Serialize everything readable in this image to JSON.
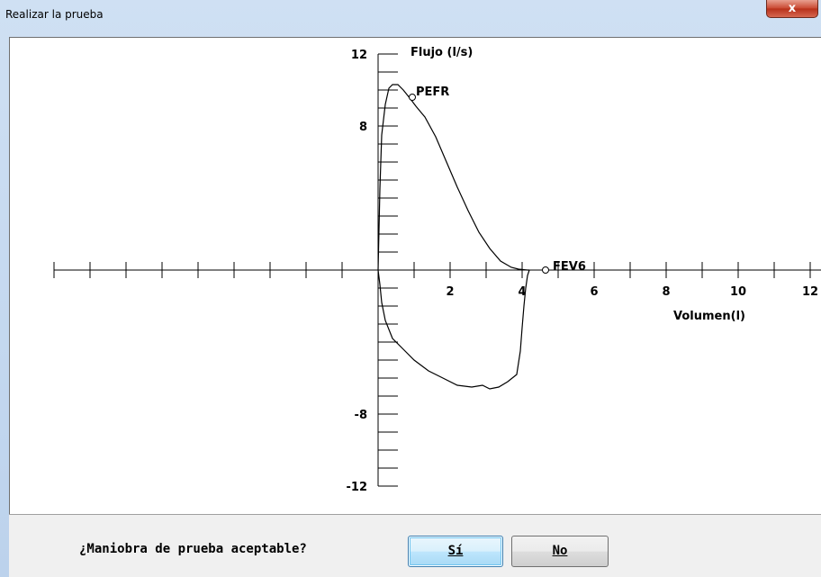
{
  "window": {
    "title": "Realizar la prueba",
    "close_glyph": "x"
  },
  "chart_data": {
    "type": "line",
    "ylabel": "Flujo (l/s)",
    "xlabel": "Volumen(l)",
    "xlim": [
      -9,
      12
    ],
    "ylim": [
      -12,
      12
    ],
    "x_tick_labels": [
      "2",
      "4",
      "6",
      "8",
      "10",
      "12"
    ],
    "y_tick_labels": [
      "12",
      "8",
      "-8",
      "-12"
    ],
    "grid": false,
    "annotations": [
      {
        "text": "PEFR",
        "x": 0.9,
        "y": 9.8
      },
      {
        "text": "FEV6",
        "x": 4.7,
        "y": 0.1
      }
    ],
    "series": [
      {
        "x": [
          0,
          0.05,
          0.1,
          0.2,
          0.3,
          0.4,
          0.55,
          0.7,
          0.9,
          1.05,
          1.3,
          1.6,
          1.9,
          2.2,
          2.5,
          2.8,
          3.1,
          3.4,
          3.7,
          3.9,
          4.05,
          4.15,
          4.2
        ],
        "y": [
          0,
          4.5,
          7.5,
          9.2,
          10.1,
          10.3,
          10.3,
          10.0,
          9.5,
          9.1,
          8.5,
          7.4,
          6.0,
          4.6,
          3.3,
          2.1,
          1.2,
          0.5,
          0.15,
          0.05,
          0.02,
          0.0,
          0.0
        ]
      },
      {
        "x": [
          0,
          0.05,
          0.1,
          0.2,
          0.4,
          0.7,
          1.0,
          1.4,
          1.8,
          2.2,
          2.6,
          2.9,
          3.1,
          3.35,
          3.6,
          3.85,
          3.95,
          4.0,
          4.05,
          4.1,
          4.15,
          4.2
        ],
        "y": [
          0,
          -0.8,
          -1.8,
          -2.8,
          -3.8,
          -4.4,
          -5.0,
          -5.6,
          -6.0,
          -6.4,
          -6.5,
          -6.4,
          -6.6,
          -6.5,
          -6.2,
          -5.8,
          -4.5,
          -3.2,
          -2.0,
          -1.0,
          -0.3,
          0.0
        ]
      }
    ],
    "markers": [
      {
        "name": "pefr-marker",
        "x": 0.95,
        "y": 9.6
      },
      {
        "name": "fev6-marker",
        "x": 4.65,
        "y": 0.0
      }
    ]
  },
  "footer": {
    "question": "¿Maniobra de prueba aceptable?",
    "yes_label": "Sí",
    "no_label": "No"
  }
}
